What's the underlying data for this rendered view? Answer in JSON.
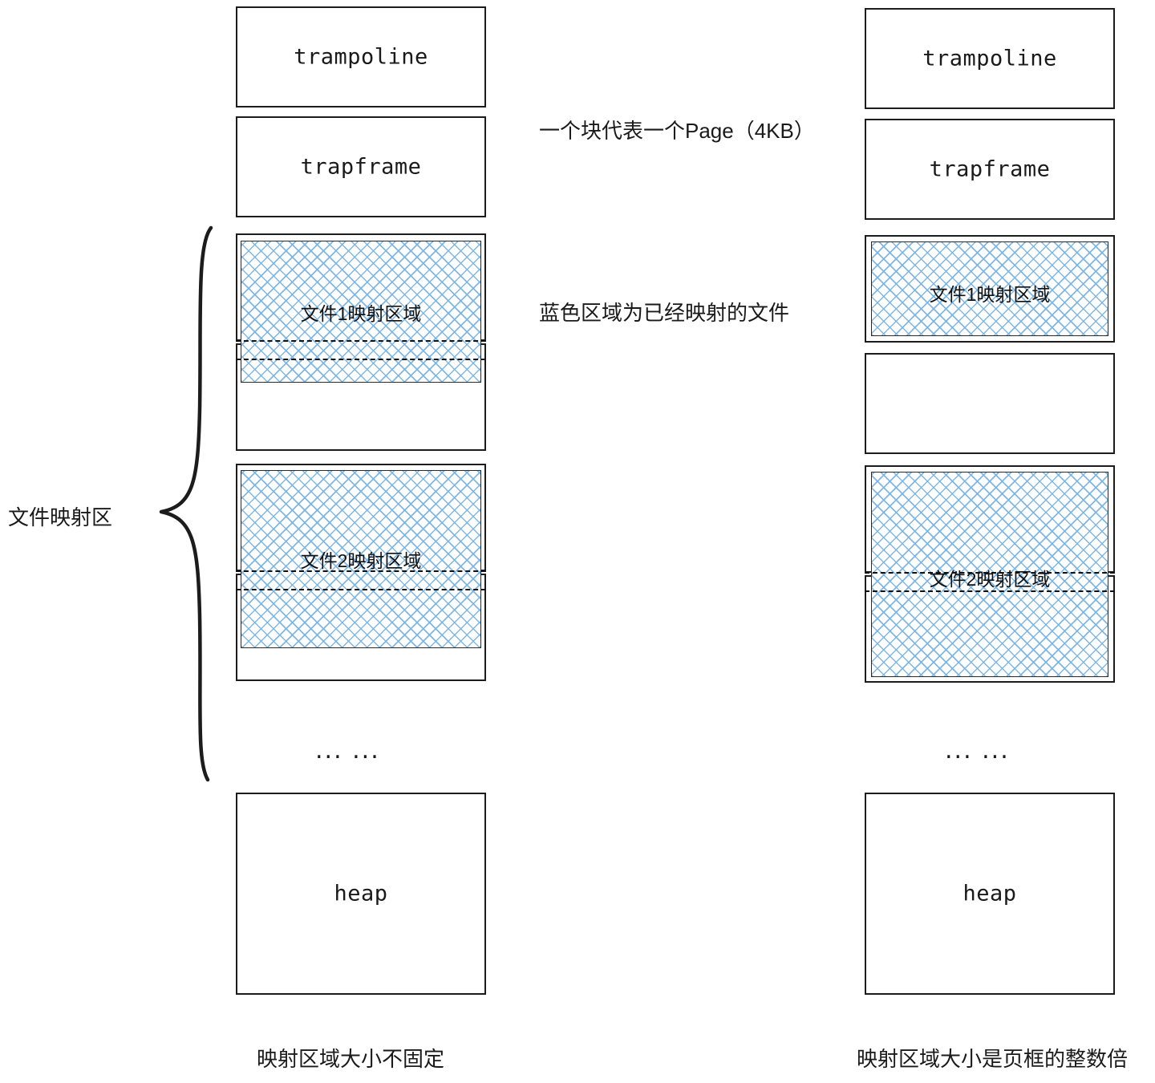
{
  "diagram": {
    "title": "mmap file mapping region layout comparison",
    "accent_blue": "#78b4e6",
    "stroke": "#1c1c1c"
  },
  "notes": [
    {
      "id": "page-size-note",
      "text": "一个块代表一个Page（4KB）"
    },
    {
      "id": "blue-legend-note",
      "text": "蓝色区域为已经映射的文件"
    }
  ],
  "side_label": {
    "text": "文件映射区"
  },
  "ellipsis": {
    "text": "...   ..."
  },
  "left_column": {
    "caption": "映射区域大小不固定",
    "boxes": [
      {
        "label": "trampoline"
      },
      {
        "label": "trapframe"
      },
      {
        "label": ""
      },
      {
        "label": ""
      },
      {
        "label": ""
      },
      {
        "label": ""
      },
      {
        "label": "heap"
      }
    ],
    "mappings": [
      {
        "label": "文件1映射区域"
      },
      {
        "label": "文件2映射区域"
      }
    ]
  },
  "right_column": {
    "caption": "映射区域大小是页框的整数倍",
    "boxes": [
      {
        "label": "trampoline"
      },
      {
        "label": "trapframe"
      },
      {
        "label": ""
      },
      {
        "label": ""
      },
      {
        "label": ""
      },
      {
        "label": ""
      },
      {
        "label": "heap"
      }
    ],
    "mappings": [
      {
        "label": "文件1映射区域"
      },
      {
        "label": "文件2映射区域"
      }
    ]
  }
}
